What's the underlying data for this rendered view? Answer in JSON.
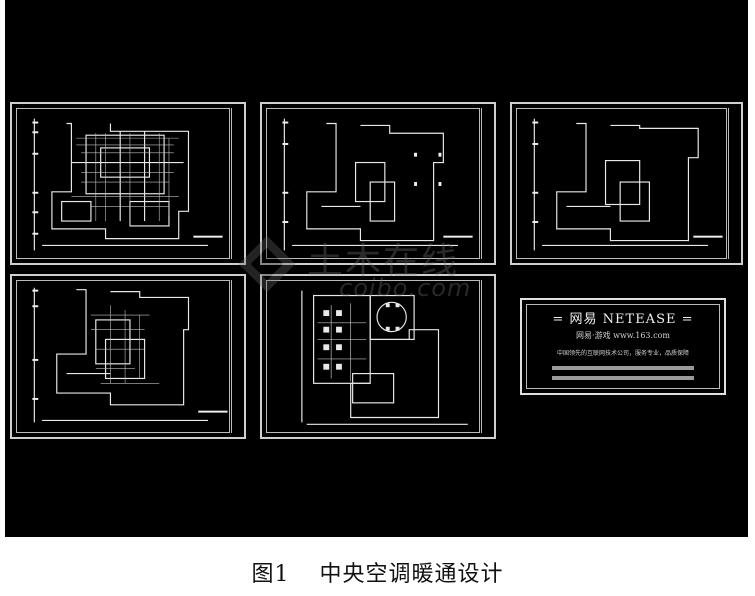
{
  "drawing": {
    "watermark_text": "土木在线",
    "watermark_url": "coibo.com",
    "netease_title": "= 网易 NETEASE =",
    "netease_line2": "网易·游戏   www.163.com",
    "netease_line3": "中国领先的互联网技术公司，服务专业，品质保障"
  },
  "caption": {
    "figure_label": "图1",
    "figure_title": "中央空调暖通设计"
  }
}
